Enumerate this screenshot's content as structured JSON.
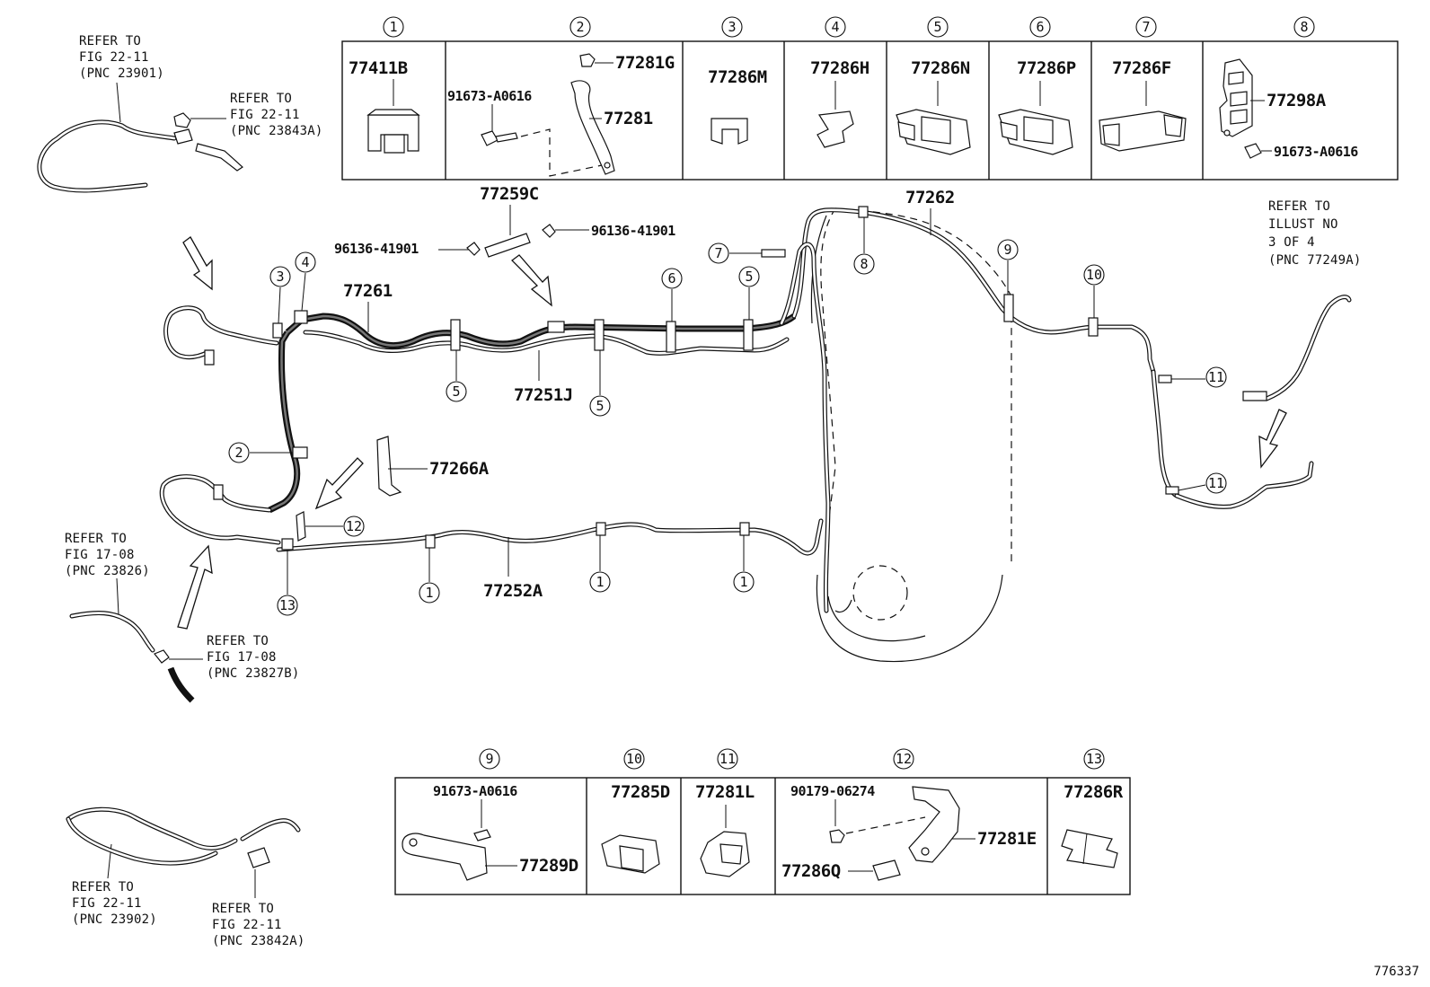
{
  "top_panel": {
    "cells": [
      {
        "num": "1",
        "part": "77411B"
      },
      {
        "num": "2",
        "parts": [
          "77281G",
          "91673-A0616",
          "77281"
        ]
      },
      {
        "num": "3",
        "part": "77286M"
      },
      {
        "num": "4",
        "part": "77286H"
      },
      {
        "num": "5",
        "part": "77286N"
      },
      {
        "num": "6",
        "part": "77286P"
      },
      {
        "num": "7",
        "part": "77286F"
      },
      {
        "num": "8",
        "parts": [
          "77298A",
          "91673-A0616"
        ]
      }
    ]
  },
  "bottom_panel": {
    "cells": [
      {
        "num": "9",
        "parts": [
          "91673-A0616",
          "77289D"
        ]
      },
      {
        "num": "10",
        "part": "77285D"
      },
      {
        "num": "11",
        "part": "77281L"
      },
      {
        "num": "12",
        "parts": [
          "90179-06274",
          "77281E",
          "77286Q"
        ]
      },
      {
        "num": "13",
        "part": "77286R"
      }
    ]
  },
  "main_labels": {
    "p77259C": "77259C",
    "p96136a": "96136-41901",
    "p96136b": "96136-41901",
    "p77262": "77262",
    "p77261": "77261",
    "p77251J": "77251J",
    "p77266A": "77266A",
    "p77252A": "77252A"
  },
  "callouts": {
    "c1": "1",
    "c2": "2",
    "c3": "3",
    "c4": "4",
    "c5": "5",
    "c6": "6",
    "c7": "7",
    "c8": "8",
    "c9": "9",
    "c10": "10",
    "c11": "11",
    "c12": "12",
    "c13": "13"
  },
  "references": {
    "r1": [
      "REFER TO",
      "FIG 22-11",
      "(PNC 23901)"
    ],
    "r2": [
      "REFER TO",
      "FIG 22-11",
      "(PNC 23843A)"
    ],
    "r3": [
      "REFER TO",
      "ILLUST NO",
      "3 OF 4",
      "(PNC 77249A)"
    ],
    "r4": [
      "REFER TO",
      "FIG 17-08",
      "(PNC 23826)"
    ],
    "r5": [
      "REFER TO",
      "FIG 17-08",
      "(PNC 23827B)"
    ],
    "r6": [
      "REFER TO",
      "FIG 22-11",
      "(PNC 23902)"
    ],
    "r7": [
      "REFER TO",
      "FIG 22-11",
      "(PNC 23842A)"
    ]
  },
  "figure_number": "776337"
}
